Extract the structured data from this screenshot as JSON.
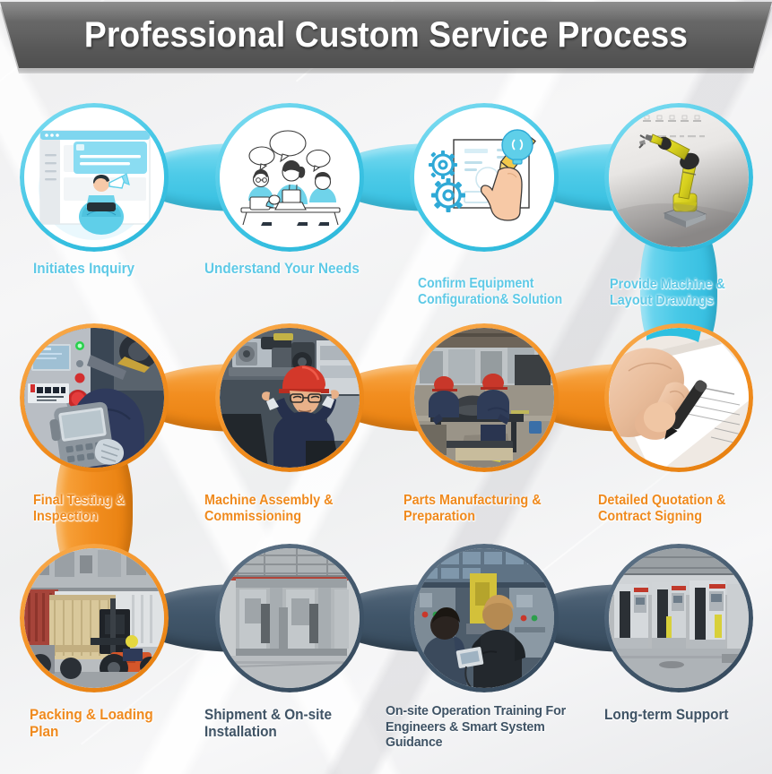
{
  "header": {
    "title": "Professional Custom Service Process"
  },
  "theme": {
    "cyan": "#4ecbe8",
    "orange": "#f28e20",
    "slate": "#41566a",
    "background": "#f2f2f3",
    "banner": "#5f5f5f",
    "title_color": "#ffffff"
  },
  "rows": [
    {
      "name": "row-1",
      "color": "cyan",
      "steps": [
        {
          "n": 1,
          "label": "Initiates Inquiry",
          "icon": "online-inquiry-illustration",
          "media": "illustration"
        },
        {
          "n": 2,
          "label": "Understand Your Needs",
          "icon": "team-discussion-illustration",
          "media": "illustration"
        },
        {
          "n": 3,
          "label": "Confirm Equipment\nConfiguration& Solution",
          "icon": "gears-pencil-idea-illustration",
          "media": "illustration"
        },
        {
          "n": 4,
          "label": "Provide Machine &\nLayout Drawings",
          "icon": "robot-arm-cad-photo",
          "media": "photo"
        }
      ]
    },
    {
      "name": "row-2",
      "color": "orange",
      "steps": [
        {
          "n": 5,
          "label": "Final Testing &\nInspection",
          "icon": "cnc-control-panel-photo",
          "media": "photo"
        },
        {
          "n": 6,
          "label": "Machine Assembly &\nCommissioning",
          "icon": "engineer-assembly-photo",
          "media": "photo"
        },
        {
          "n": 7,
          "label": "Parts Manufacturing &\nPreparation",
          "icon": "workshop-parts-photo",
          "media": "photo"
        },
        {
          "n": 8,
          "label": "Detailed Quotation &\nContract Signing",
          "icon": "hand-signing-contract-photo",
          "media": "photo"
        }
      ]
    },
    {
      "name": "row-3",
      "color": "slate",
      "steps": [
        {
          "n": 9,
          "label": "Packing & Loading\nPlan",
          "icon": "forklift-container-loading-photo",
          "media": "photo",
          "ring": "orange",
          "label_color": "orange"
        },
        {
          "n": 10,
          "label": "Shipment & On-site\nInstallation",
          "icon": "machine-frame-installation-photo",
          "media": "photo"
        },
        {
          "n": 11,
          "label": "On-site Operation Training For\nEngineers & Smart System\nGuidance",
          "icon": "operator-training-photo",
          "media": "photo"
        },
        {
          "n": 12,
          "label": "Long-term Support",
          "icon": "machine-workshop-row-photo",
          "media": "photo"
        }
      ]
    }
  ],
  "flow": {
    "row1_direction": "left-to-right",
    "row2_direction": "right-to-left",
    "row3_direction": "left-to-right",
    "drop_right": "row1-step4 to row2-step8",
    "drop_left": "row2-step5 to row3-step9"
  }
}
